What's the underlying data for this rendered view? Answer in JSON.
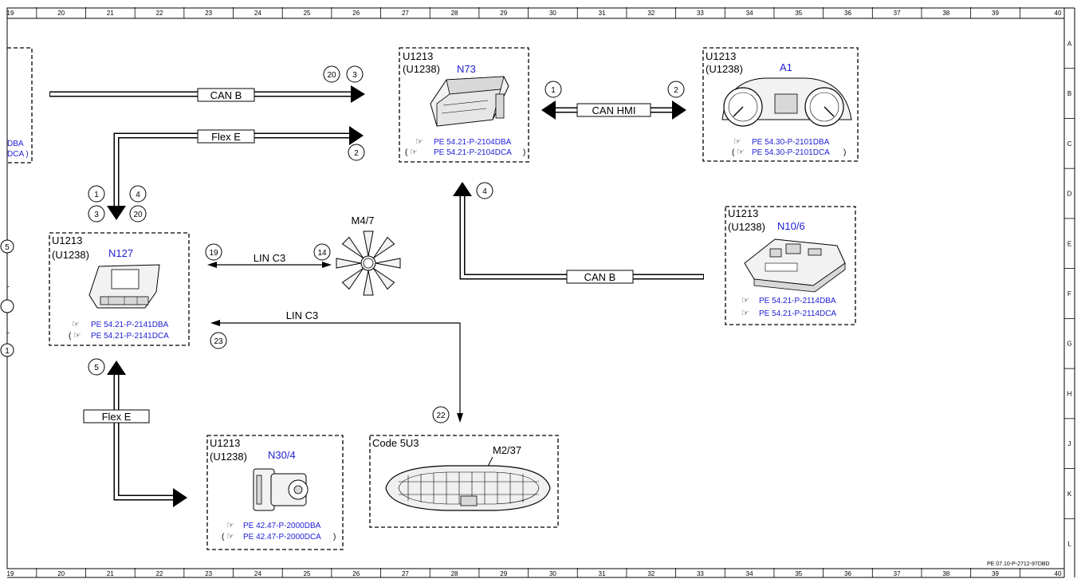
{
  "ruler": {
    "columns": [
      "19",
      "20",
      "21",
      "22",
      "23",
      "24",
      "25",
      "26",
      "27",
      "28",
      "29",
      "30",
      "31",
      "32",
      "33",
      "34",
      "35",
      "36",
      "37",
      "38",
      "39",
      "40"
    ],
    "rows": [
      "A",
      "B",
      "C",
      "D",
      "E",
      "F",
      "G",
      "H",
      "J",
      "K",
      "L"
    ]
  },
  "footer_code": "PE 07.10-P-2712-97DBD",
  "components": {
    "n73": {
      "code": "U1213",
      "alt_code": "(U1238)",
      "designation": "N73",
      "ref1": "PE 54.21-P-2104DBA",
      "ref2": "PE 54.21-P-2104DCA"
    },
    "a1": {
      "code": "U1213",
      "alt_code": "(U1238)",
      "designation": "A1",
      "ref1": "PE 54.30-P-2101DBA",
      "ref2": "PE 54.30-P-2101DCA"
    },
    "n10_6": {
      "code": "U1213",
      "alt_code": "(U1238)",
      "designation": "N10/6",
      "ref1": "PE 54.21-P-2114DBA",
      "ref2": "PE 54.21-P-2114DCA"
    },
    "n127": {
      "code": "U1213",
      "alt_code": "(U1238)",
      "designation": "N127",
      "ref1": "PE 54.21-P-2141DBA",
      "ref2": "PE 54.21-P-2141DCA"
    },
    "n30_4": {
      "code": "U1213",
      "alt_code": "(U1238)",
      "designation": "N30/4",
      "ref1": "PE 42.47-P-2000DBA",
      "ref2": "PE 42.47-P-2000DCA"
    },
    "m2_37": {
      "code": "Code 5U3",
      "designation": "M2/37"
    },
    "m4_7": {
      "designation": "M4/7"
    },
    "left_partial": {
      "ref1": "DBA",
      "ref2": "DCA )"
    }
  },
  "buses": {
    "can_b_top": "CAN B",
    "flex_e_top": "Flex E",
    "can_hmi": "CAN HMI",
    "can_b_right": "CAN B",
    "lin_c3_fan": "LIN C3",
    "lin_c3_grille": "LIN C3",
    "flex_e_bottom": "Flex E"
  },
  "pins": {
    "can_b_top_a": "20",
    "can_b_top_b": "3",
    "flex_e_top_end": "2",
    "can_hmi_left": "1",
    "can_hmi_right": "2",
    "n73_in": "4",
    "n127_a": "1",
    "n127_b": "4",
    "n127_c": "3",
    "n127_d": "20",
    "lin_fan_left": "19",
    "lin_fan_right": "14",
    "lin_grille_left": "23",
    "lin_grille_end": "22",
    "flex_e_bottom": "5",
    "left_edge_a": "5",
    "left_edge_b": "1"
  }
}
